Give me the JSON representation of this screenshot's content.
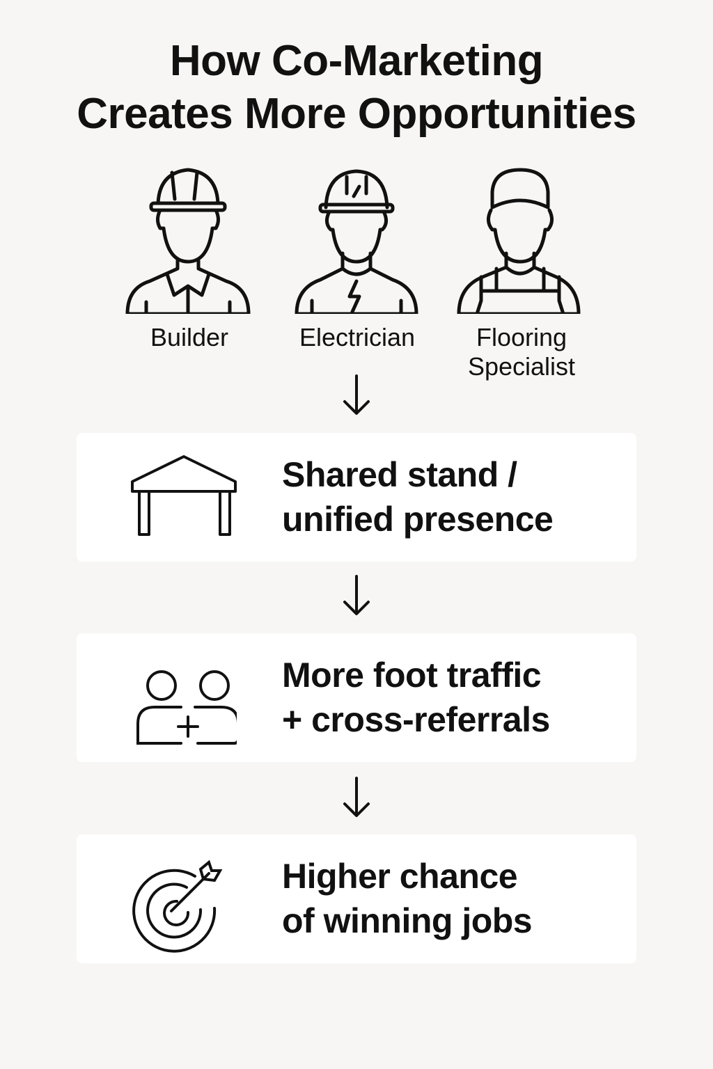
{
  "title": {
    "line1": "How Co-Marketing",
    "line2": "Creates More Opportunities"
  },
  "roles": [
    {
      "label": "Builder",
      "icon": "builder-hardhat-icon"
    },
    {
      "label": "Electrician",
      "icon": "electrician-icon"
    },
    {
      "label_line1": "Flooring",
      "label_line2": "Specialist",
      "icon": "flooring-specialist-cap-icon"
    }
  ],
  "steps": [
    {
      "line1": "Shared stand /",
      "line2": "unified presence",
      "icon": "stand-canopy-icon"
    },
    {
      "line1": "More foot traffic",
      "line2": "+ cross-referrals",
      "icon": "people-plus-icon"
    },
    {
      "line1": "Higher chance",
      "line2": "of winning jobs",
      "icon": "target-arrow-icon"
    }
  ],
  "colors": {
    "background": "#f7f6f4",
    "card": "#ffffff",
    "ink": "#111111"
  }
}
